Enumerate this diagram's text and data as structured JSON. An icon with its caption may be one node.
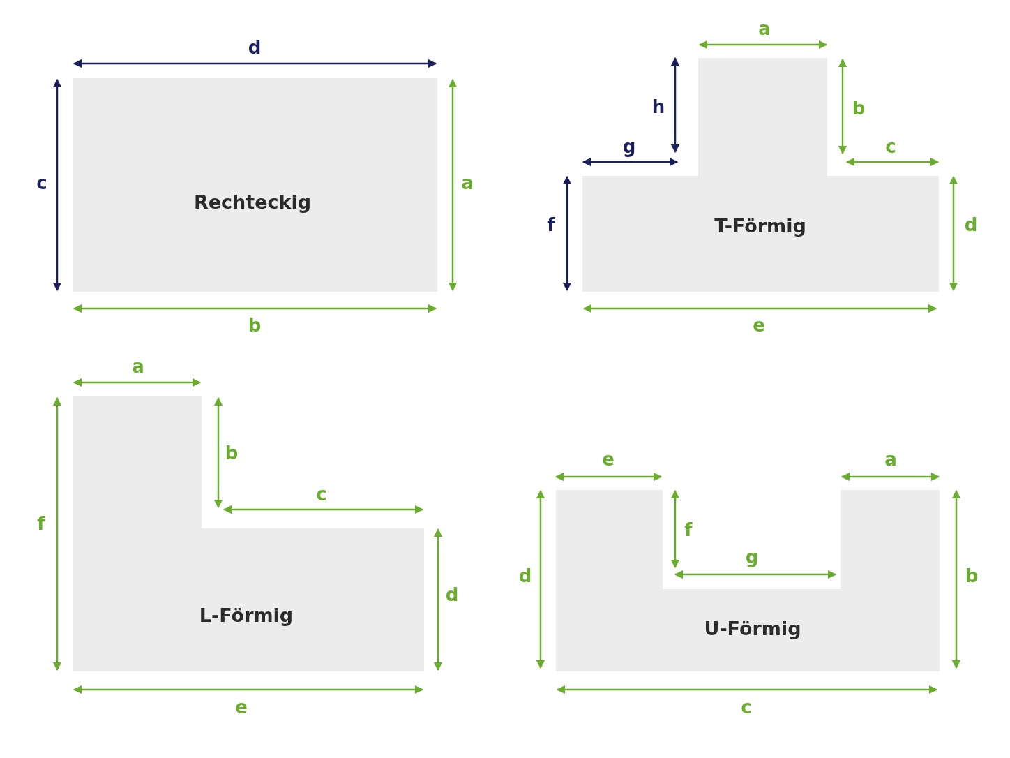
{
  "diagram": {
    "nodes": [
      {
        "text": [
          "Rechteckig"
        ]
      },
      {
        "text": [
          "T-Förmig"
        ]
      },
      {
        "text": [
          "L-Förmig"
        ]
      },
      {
        "text": [
          "U-Förmig"
        ]
      }
    ],
    "labels": [
      "d",
      "c",
      "a",
      "b",
      "a",
      "h",
      "b",
      "g",
      "c",
      "f",
      "d",
      "e",
      "a",
      "b",
      "c",
      "f",
      "d",
      "e",
      "e",
      "a",
      "f",
      "g",
      "d",
      "b",
      "c"
    ]
  }
}
